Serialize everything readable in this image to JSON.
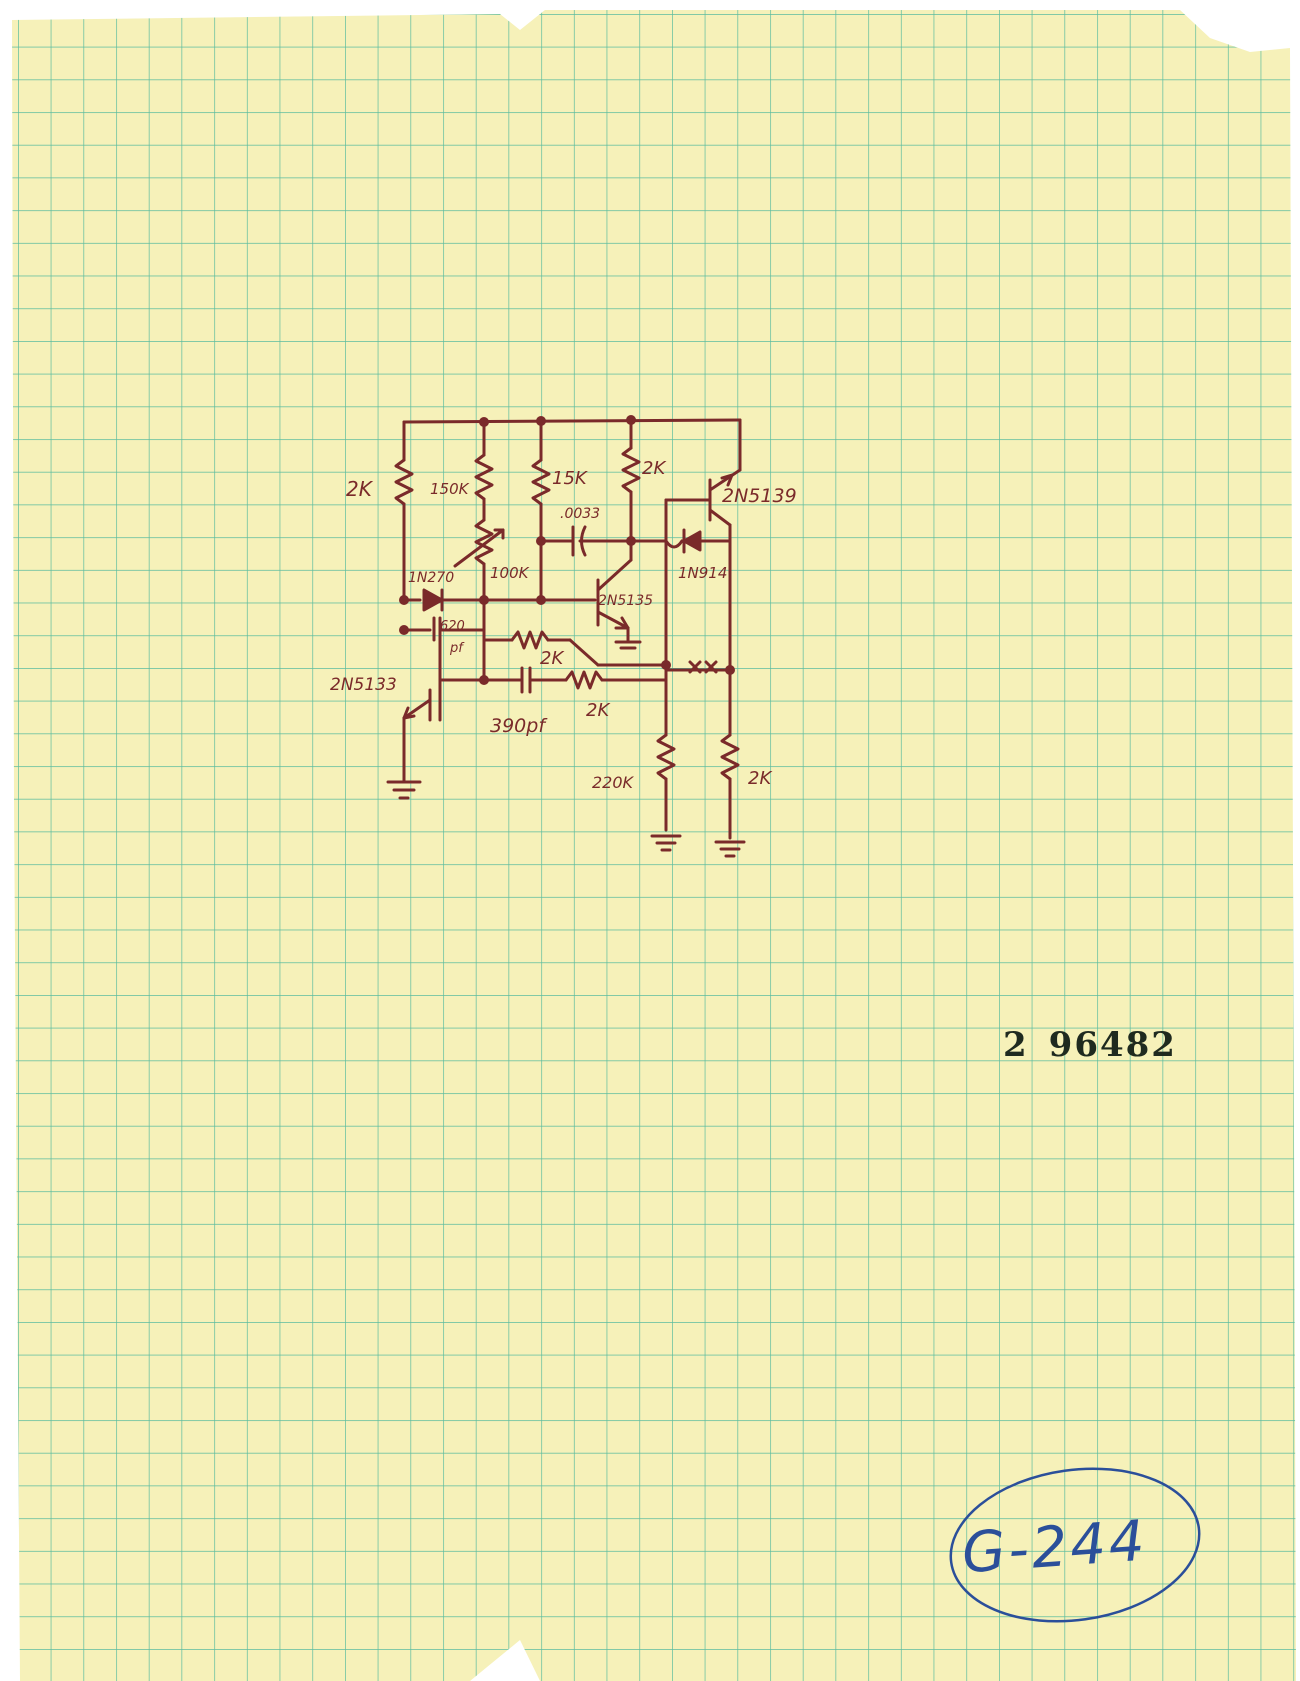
{
  "paper": {
    "background": "#f6f1b9",
    "grid_color": "#3fb39a",
    "ink_color": "#7a2a2a",
    "note_ink_color": "#2b4f9a"
  },
  "schematic": {
    "labels": {
      "r1": "2K",
      "r2": "150K",
      "r3": "15K",
      "r4": "2K",
      "q_pnp": "2N5139",
      "cap1": ".0033",
      "diode1": "1N270",
      "pot": "100K",
      "q2": "2N5135",
      "diode2": "1N914",
      "cap2": "620",
      "cap2_unit": "pf",
      "r5": "2K",
      "q3": "2N5133",
      "r6": "2K",
      "cap3": "390pf",
      "r7": "220K",
      "r8": "2K"
    }
  },
  "stamp_number": {
    "prefix": "2",
    "number": "96482"
  },
  "file_note": "G-244"
}
